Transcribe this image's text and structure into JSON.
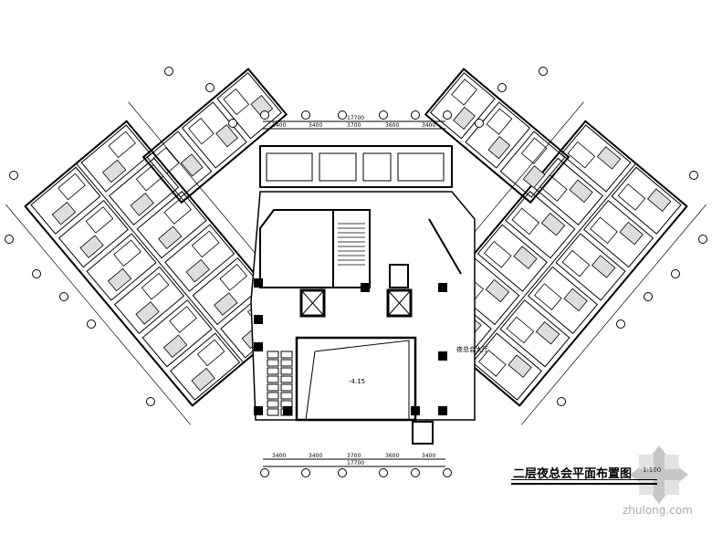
{
  "drawing": {
    "title": "二层夜总会平面布置图",
    "scale": "1:100",
    "top_dimensions": [
      "3400",
      "3400",
      "3700",
      "3600",
      "3400"
    ],
    "top_total": "17700",
    "bottom_dimensions": [
      "3400",
      "3400",
      "3700",
      "3600",
      "3400"
    ],
    "bottom_total": "17700",
    "hall_label": "夜总会大厅",
    "void_label": "-4.15"
  },
  "watermark": {
    "text": "zhulong.com"
  }
}
